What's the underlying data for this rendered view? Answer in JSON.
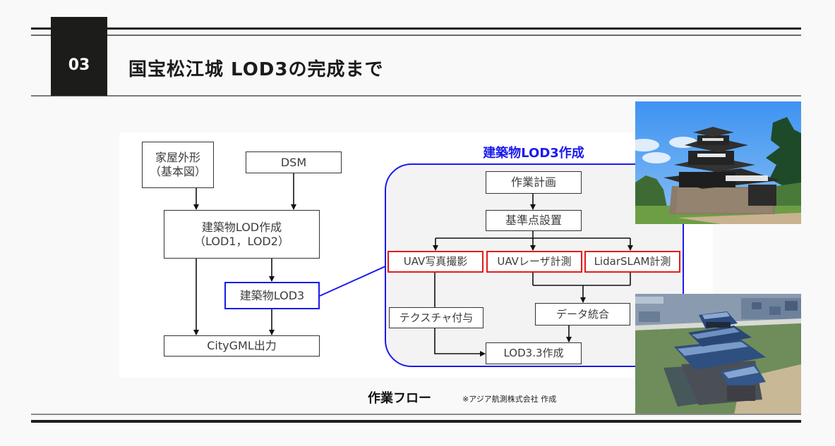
{
  "header": {
    "section_number": "03",
    "title": "国宝松江城 LOD3の完成まで"
  },
  "diagram": {
    "left": {
      "house_outline": [
        "家屋外形",
        "（基本図）"
      ],
      "dsm": "DSM",
      "lod_creation": [
        "建築物LOD作成",
        "（LOD1，LOD2）"
      ],
      "lod3": "建築物LOD3",
      "citygml_output": "CityGML出力"
    },
    "right": {
      "title": "建築物LOD3作成",
      "work_plan": "作業計画",
      "control_points": "基準点設置",
      "uav_photo": "UAV写真撮影",
      "uav_laser": "UAVレーザ計測",
      "lidar_slam": "LidarSLAM計測",
      "texture": "テクスチャ付与",
      "data_integration": "データ統合",
      "lod33_creation": "LOD3.3作成"
    },
    "caption": "作業フロー",
    "credit": "※アジア航測株式会社 作成"
  },
  "photos": [
    {
      "content": "matsue-castle-photo"
    },
    {
      "content": "matsue-castle-lod3-3d-model"
    }
  ],
  "colors": {
    "accent_blue": "#1a1aee",
    "highlight_red": "#e41b1b",
    "section_box": "#1c1d1b"
  }
}
